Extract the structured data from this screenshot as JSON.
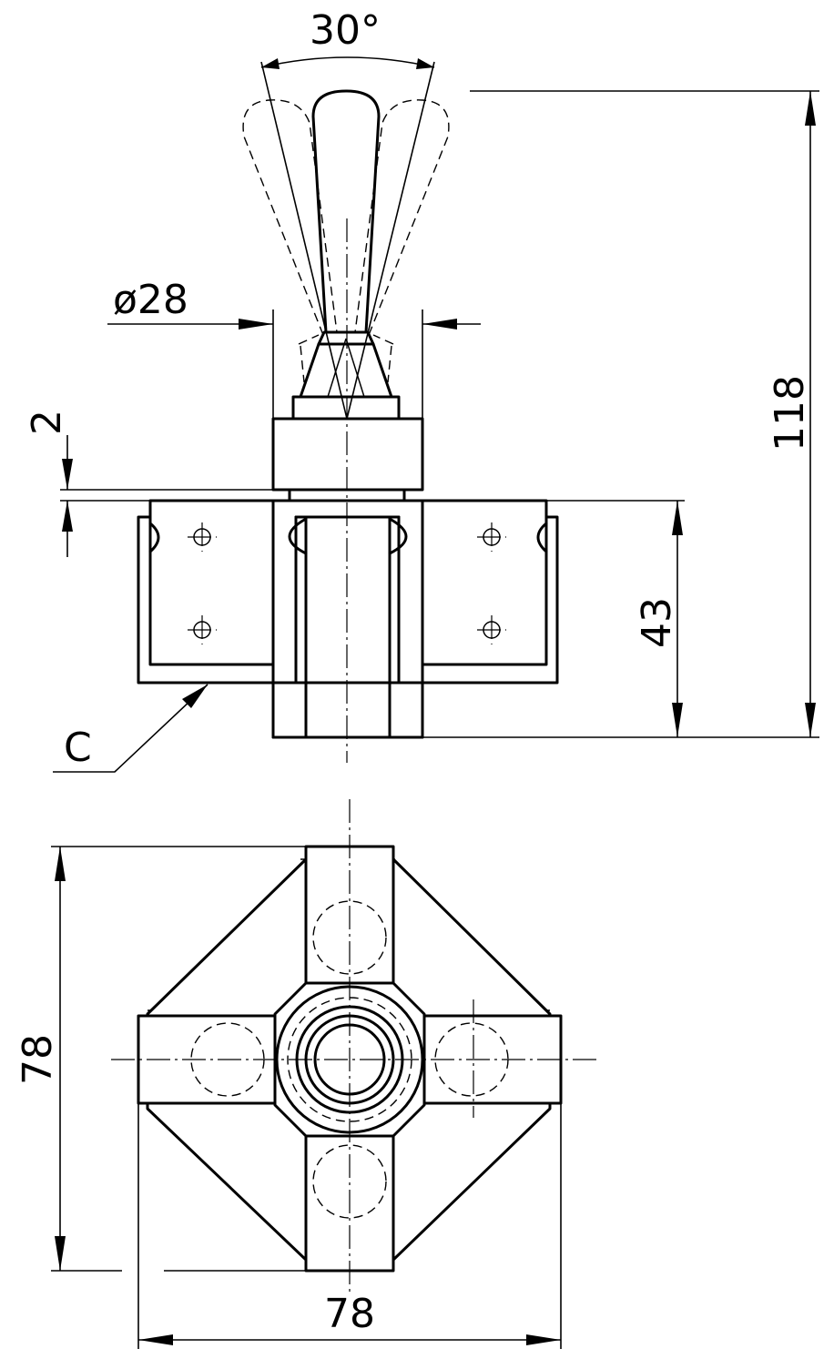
{
  "dimensions": {
    "angle": "30°",
    "diameter": "ø28",
    "flange_gap": "2",
    "total_height": "118",
    "body_height": "43",
    "top_view_height": "78",
    "top_view_width": "78"
  },
  "callouts": {
    "detail_c": "C"
  }
}
